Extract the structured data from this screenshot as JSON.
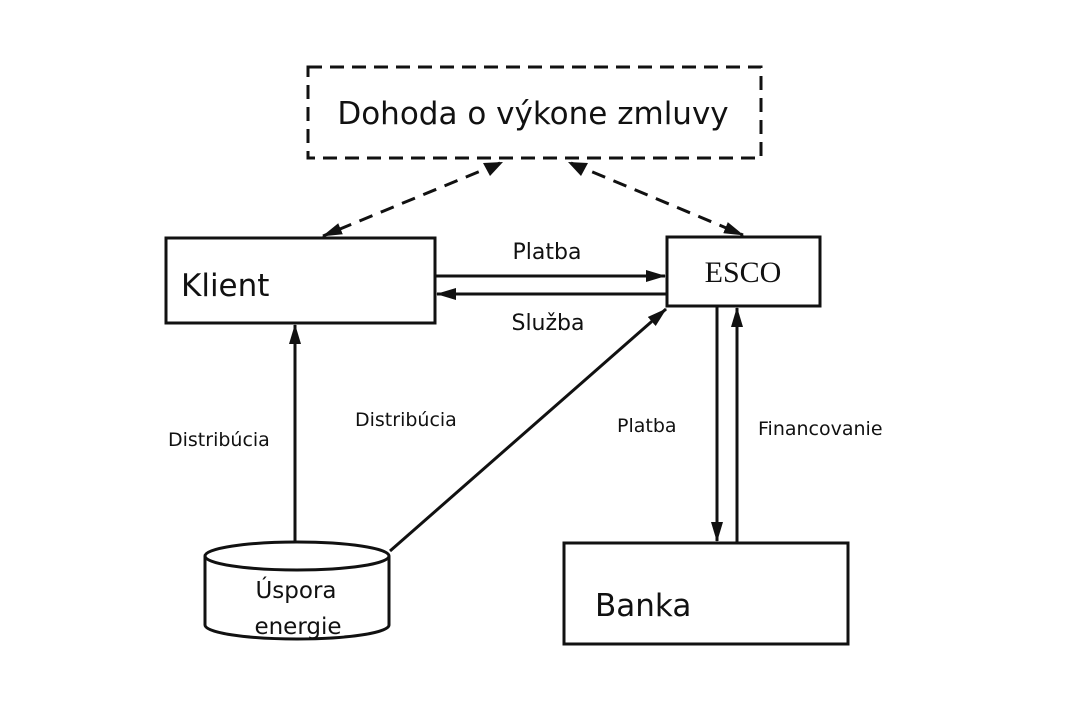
{
  "nodes": {
    "agreement": "Dohoda o výkone zmluvy",
    "client": "Klient",
    "esco": "ESCO",
    "bank": "Banka",
    "saving_line1": "Úspora",
    "saving_line2": "energie"
  },
  "edges": {
    "client_to_esco": "Platba",
    "esco_to_client": "Služba",
    "saving_to_client": "Distribúcia",
    "saving_to_esco": "Distribúcia",
    "esco_to_bank": "Platba",
    "bank_to_esco": "Financovanie"
  }
}
